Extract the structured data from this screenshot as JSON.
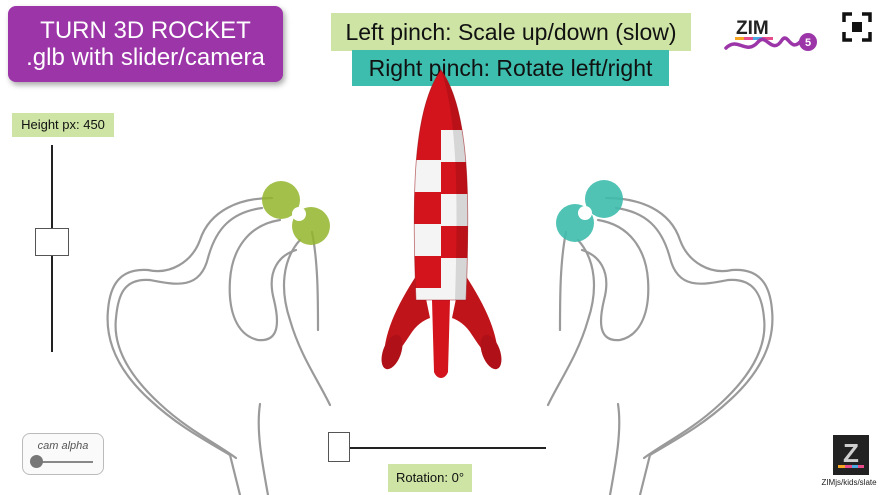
{
  "title": {
    "line1": "TURN 3D ROCKET",
    "line2": ".glb with slider/camera",
    "bg_color": "#9b35a8"
  },
  "banners": {
    "left_pinch": "Left pinch: Scale up/down (slow)",
    "right_pinch": "Right pinch: Rotate left/right",
    "left_color": "#cde4a4",
    "right_color": "#3dbdad"
  },
  "height_slider": {
    "label": "Height px: 450"
  },
  "rotation_slider": {
    "label": "Rotation: 0°"
  },
  "cam_dial": {
    "label": "cam alpha"
  },
  "logo": {
    "text": "ZIM",
    "version": "5"
  },
  "slate": {
    "letter": "Z",
    "caption": "ZIMjs/kids/slate"
  },
  "icons": {
    "fullscreen": "fullscreen-icon",
    "left_hand": "hand-outline-icon",
    "right_hand": "hand-outline-icon",
    "rocket": "rocket-3d-model"
  },
  "colors": {
    "left_markers": "#93b52c",
    "right_markers": "#3dbdad",
    "rocket_red": "#d4141c",
    "rocket_white": "#f4f4f4"
  }
}
